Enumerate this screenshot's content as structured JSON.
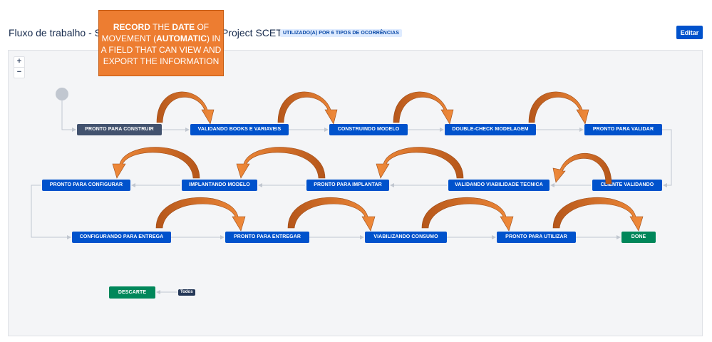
{
  "header": {
    "title_prefix": "Fluxo de trabalho - Sof",
    "title_suffix": "Project SCETE",
    "badge": "UTILIZADO(A) POR 6 TIPOS DE OCORRÊNCIAS",
    "edit_label": "Editar"
  },
  "zoom": {
    "in_label": "+",
    "out_label": "−"
  },
  "callout": {
    "strong1": "RECORD",
    "text1": " THE ",
    "strong2": "DATE",
    "text2": " OF MOVEMENT (",
    "strong3": "AUTOMATIC",
    "text3": ") IN A FIELD THAT CAN VIEW AND EXPORT THE INFORMATION"
  },
  "statuses": {
    "pronto_construir": "PRONTO PARA CONSTRUIR",
    "validando_books": "VALIDANDO BOOKS E VARIAVEIS",
    "construindo_modelo": "CONSTRUINDO MODELO",
    "double_check": "DOUBLE-CHECK MODELAGEM",
    "pronto_validar": "PRONTO PARA VALIDAR",
    "pronto_configurar": "PRONTO PARA CONFIGURAR",
    "implantando_modelo": "IMPLANTANDO MODELO",
    "pronto_implantar": "PRONTO PARA IMPLANTAR",
    "validando_viabilidade": "VALIDANDO VIABILIDADE TECNICA",
    "cliente_validando": "CLIENTE VALIDANDO",
    "configurando_entrega": "CONFIGURANDO PARA ENTREGA",
    "pronto_entregar": "PRONTO PARA ENTREGAR",
    "viabilizando_consumo": "VIABILIZANDO CONSUMO",
    "pronto_utilizar": "PRONTO PARA UTILIZAR",
    "done": "DONE",
    "descarte": "DESCARTE"
  },
  "global_transition": "Todos",
  "colors": {
    "status_blue": "#0052cc",
    "status_initial": "#42526e",
    "status_done": "#00875a",
    "arrow_orange": "#e07a2f",
    "callout_orange": "#ed7d31"
  }
}
